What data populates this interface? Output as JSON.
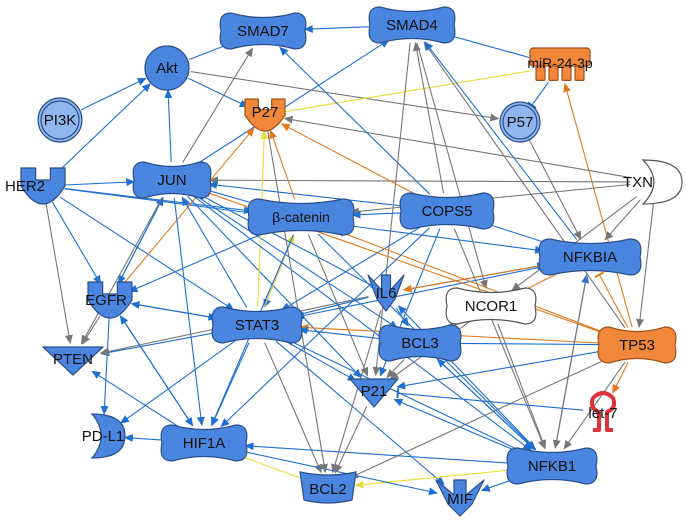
{
  "colors": {
    "blue_node": "#4a86e0",
    "light_blue_node": "#8fb6ee",
    "orange_node": "#f0873a",
    "white_node": "#ffffff",
    "red_node": "#e0303a",
    "edge_blue": "#1f6fd1",
    "edge_gray": "#777777",
    "edge_orange": "#e07a1f",
    "edge_yellow": "#e6dc3a"
  },
  "nodes": [
    {
      "id": "SMAD7",
      "label": "SMAD7",
      "shape": "dumbbell",
      "color": "blue"
    },
    {
      "id": "SMAD4",
      "label": "SMAD4",
      "shape": "dumbbell",
      "color": "blue"
    },
    {
      "id": "MIR243P",
      "label": "miR-24-3p",
      "shape": "mirna",
      "color": "orange"
    },
    {
      "id": "AKT",
      "label": "Akt",
      "shape": "circle",
      "color": "blue"
    },
    {
      "id": "P27",
      "label": "P27",
      "shape": "receptor",
      "color": "orange"
    },
    {
      "id": "PI3K",
      "label": "PI3K",
      "shape": "circle",
      "color": "light_blue"
    },
    {
      "id": "P57",
      "label": "P57",
      "shape": "circle",
      "color": "light_blue"
    },
    {
      "id": "TXN",
      "label": "TXN",
      "shape": "moon",
      "color": "white"
    },
    {
      "id": "JUN",
      "label": "JUN",
      "shape": "dumbbell",
      "color": "blue"
    },
    {
      "id": "HER2",
      "label": "HER2",
      "shape": "receptor",
      "color": "blue"
    },
    {
      "id": "BCATENIN",
      "label": "β-catenin",
      "shape": "dumbbell",
      "color": "blue"
    },
    {
      "id": "COPS5",
      "label": "COPS5",
      "shape": "dumbbell",
      "color": "blue"
    },
    {
      "id": "NFKBIA",
      "label": "NFKBIA",
      "shape": "dumbbell",
      "color": "blue"
    },
    {
      "id": "EGFR",
      "label": "EGFR",
      "shape": "receptor",
      "color": "blue"
    },
    {
      "id": "IL6",
      "label": "IL6",
      "shape": "cytokine",
      "color": "blue"
    },
    {
      "id": "NCOR1",
      "label": "NCOR1",
      "shape": "dumbbell",
      "color": "white"
    },
    {
      "id": "STAT3",
      "label": "STAT3",
      "shape": "dumbbell",
      "color": "blue"
    },
    {
      "id": "BCL3",
      "label": "BCL3",
      "shape": "dumbbell",
      "color": "blue"
    },
    {
      "id": "TP53",
      "label": "TP53",
      "shape": "dumbbell",
      "color": "orange"
    },
    {
      "id": "PTEN",
      "label": "PTEN",
      "shape": "triangle",
      "color": "blue"
    },
    {
      "id": "P21",
      "label": "P21",
      "shape": "triangle",
      "color": "blue"
    },
    {
      "id": "LET7",
      "label": "let-7",
      "shape": "hairpin",
      "color": "red"
    },
    {
      "id": "PDL1",
      "label": "PD-L1",
      "shape": "moon",
      "color": "blue"
    },
    {
      "id": "HIF1A",
      "label": "HIF1A",
      "shape": "dumbbell",
      "color": "blue"
    },
    {
      "id": "NFKB1",
      "label": "NFKB1",
      "shape": "dumbbell",
      "color": "blue"
    },
    {
      "id": "BCL2",
      "label": "BCL2",
      "shape": "bowl",
      "color": "blue"
    },
    {
      "id": "MIF",
      "label": "MIF",
      "shape": "cytokine",
      "color": "blue"
    }
  ],
  "edges": [
    {
      "from": "AKT",
      "to": "SMAD7",
      "style": "blue"
    },
    {
      "from": "PI3K",
      "to": "AKT",
      "style": "blue"
    },
    {
      "from": "HER2",
      "to": "AKT",
      "style": "blue"
    },
    {
      "from": "JUN",
      "to": "SMAD7",
      "style": "gray"
    },
    {
      "from": "JUN",
      "to": "AKT",
      "style": "blue"
    },
    {
      "from": "JUN",
      "to": "SMAD4",
      "style": "blue"
    },
    {
      "from": "AKT",
      "to": "P27",
      "style": "blue"
    },
    {
      "from": "AKT",
      "to": "P57",
      "style": "gray"
    },
    {
      "from": "MIR243P",
      "to": "SMAD4",
      "style": "blue_inhibit"
    },
    {
      "from": "MIR243P",
      "to": "P27",
      "style": "yellow_inhibit"
    },
    {
      "from": "MIR243P",
      "to": "P57",
      "style": "blue_inhibit"
    },
    {
      "from": "TP53",
      "to": "MIR243P",
      "style": "orange"
    },
    {
      "from": "TXN",
      "to": "JUN",
      "style": "gray"
    },
    {
      "from": "TXN",
      "to": "P27",
      "style": "gray"
    },
    {
      "from": "TXN",
      "to": "BCATENIN",
      "style": "gray"
    },
    {
      "from": "TXN",
      "to": "NFKBIA",
      "style": "gray"
    },
    {
      "from": "TXN",
      "to": "TP53",
      "style": "gray"
    },
    {
      "from": "TXN",
      "to": "NCOR1",
      "style": "gray"
    },
    {
      "from": "COPS5",
      "to": "SMAD7",
      "style": "blue"
    },
    {
      "from": "COPS5",
      "to": "SMAD4",
      "style": "gray"
    },
    {
      "from": "COPS5",
      "to": "P27",
      "style": "orange"
    },
    {
      "from": "COPS5",
      "to": "JUN",
      "style": "blue"
    },
    {
      "from": "COPS5",
      "to": "BCATENIN",
      "style": "blue"
    },
    {
      "from": "COPS5",
      "to": "NFKBIA",
      "style": "blue"
    },
    {
      "from": "COPS5",
      "to": "STAT3",
      "style": "blue"
    },
    {
      "from": "COPS5",
      "to": "NFKB1",
      "style": "gray"
    },
    {
      "from": "COPS5",
      "to": "P21",
      "style": "blue"
    },
    {
      "from": "HER2",
      "to": "JUN",
      "style": "blue"
    },
    {
      "from": "HER2",
      "to": "BCATENIN",
      "style": "blue"
    },
    {
      "from": "HER2",
      "to": "EGFR",
      "style": "blue"
    },
    {
      "from": "HER2",
      "to": "STAT3",
      "style": "blue"
    },
    {
      "from": "HER2",
      "to": "PTEN",
      "style": "gray"
    },
    {
      "from": "HER2",
      "to": "NFKBIA",
      "style": "blue"
    },
    {
      "from": "EGFR",
      "to": "JUN",
      "style": "blue"
    },
    {
      "from": "EGFR",
      "to": "PTEN",
      "style": "gray"
    },
    {
      "from": "EGFR",
      "to": "STAT3",
      "style": "blue"
    },
    {
      "from": "EGFR",
      "to": "HIF1A",
      "style": "blue"
    },
    {
      "from": "EGFR",
      "to": "P27",
      "style": "orange"
    },
    {
      "from": "EGFR",
      "to": "PDL1",
      "style": "blue"
    },
    {
      "from": "JUN",
      "to": "BCATENIN",
      "style": "blue"
    },
    {
      "from": "JUN",
      "to": "P21",
      "style": "blue"
    },
    {
      "from": "JUN",
      "to": "BCL3",
      "style": "blue"
    },
    {
      "from": "JUN",
      "to": "HIF1A",
      "style": "blue"
    },
    {
      "from": "JUN",
      "to": "EGFR",
      "style": "blue"
    },
    {
      "from": "BCATENIN",
      "to": "P27",
      "style": "orange"
    },
    {
      "from": "BCATENIN",
      "to": "EGFR",
      "style": "blue"
    },
    {
      "from": "BCATENIN",
      "to": "STAT3",
      "style": "blue"
    },
    {
      "from": "BCATENIN",
      "to": "P21",
      "style": "gray"
    },
    {
      "from": "BCATENIN",
      "to": "NFKB1",
      "style": "blue"
    },
    {
      "from": "STAT3",
      "to": "P27",
      "style": "yellow"
    },
    {
      "from": "STAT3",
      "to": "BCATENIN",
      "style": "yellow"
    },
    {
      "from": "STAT3",
      "to": "PTEN",
      "style": "blue"
    },
    {
      "from": "STAT3",
      "to": "HIF1A",
      "style": "blue"
    },
    {
      "from": "STAT3",
      "to": "P21",
      "style": "blue"
    },
    {
      "from": "STAT3",
      "to": "BCL2",
      "style": "gray"
    },
    {
      "from": "STAT3",
      "to": "PDL1",
      "style": "blue"
    },
    {
      "from": "STAT3",
      "to": "MIF",
      "style": "blue"
    },
    {
      "from": "STAT3",
      "to": "JUN",
      "style": "blue"
    },
    {
      "from": "STAT3",
      "to": "EGFR",
      "style": "blue"
    },
    {
      "from": "IL6",
      "to": "STAT3",
      "style": "blue"
    },
    {
      "from": "IL6",
      "to": "BCL3",
      "style": "blue"
    },
    {
      "from": "IL6",
      "to": "JUN",
      "style": "blue"
    },
    {
      "from": "IL6",
      "to": "PTEN",
      "style": "gray"
    },
    {
      "from": "IL6",
      "to": "NFKBIA",
      "style": "blue"
    },
    {
      "from": "IL6",
      "to": "BCL2",
      "style": "gray"
    },
    {
      "from": "NFKBIA",
      "to": "IL6",
      "style": "orange"
    },
    {
      "from": "NFKBIA",
      "to": "BCL3",
      "style": "orange"
    },
    {
      "from": "NFKBIA",
      "to": "STAT3",
      "style": "blue"
    },
    {
      "from": "NCOR1",
      "to": "BCL3",
      "style": "gray"
    },
    {
      "from": "NCOR1",
      "to": "P21",
      "style": "gray"
    },
    {
      "from": "NCOR1",
      "to": "NFKB1",
      "style": "gray"
    },
    {
      "from": "TP53",
      "to": "NFKBIA",
      "style": "orange_inhibit"
    },
    {
      "from": "TP53",
      "to": "BCL3",
      "style": "blue_inhibit"
    },
    {
      "from": "TP53",
      "to": "STAT3",
      "style": "orange"
    },
    {
      "from": "TP53",
      "to": "P21",
      "style": "blue"
    },
    {
      "from": "TP53",
      "to": "LET7",
      "style": "orange"
    },
    {
      "from": "TP53",
      "to": "NFKB1",
      "style": "gray"
    },
    {
      "from": "TP53",
      "to": "JUN",
      "style": "orange"
    },
    {
      "from": "TP53",
      "to": "BCL2",
      "style": "gray"
    },
    {
      "from": "TP53",
      "to": "SMAD4",
      "style": "gray"
    },
    {
      "from": "LET7",
      "to": "P21",
      "style": "blue_inhibit"
    },
    {
      "from": "BCL3",
      "to": "P21",
      "style": "gray"
    },
    {
      "from": "BCL3",
      "to": "NFKB1",
      "style": "blue"
    },
    {
      "from": "BCL3",
      "to": "STAT3",
      "style": "blue"
    },
    {
      "from": "NFKB1",
      "to": "P21",
      "style": "blue"
    },
    {
      "from": "NFKB1",
      "to": "BCL2",
      "style": "yellow"
    },
    {
      "from": "NFKB1",
      "to": "MIF",
      "style": "blue"
    },
    {
      "from": "NFKB1",
      "to": "NFKBIA",
      "style": "blue"
    },
    {
      "from": "NFKB1",
      "to": "BCL3",
      "style": "blue"
    },
    {
      "from": "NFKB1",
      "to": "STAT3",
      "style": "blue"
    },
    {
      "from": "NFKB1",
      "to": "IL6",
      "style": "blue"
    },
    {
      "from": "NFKB1",
      "to": "HIF1A",
      "style": "blue"
    },
    {
      "from": "HIF1A",
      "to": "BCL2",
      "style": "yellow_inhibit"
    },
    {
      "from": "HIF1A",
      "to": "PDL1",
      "style": "blue"
    },
    {
      "from": "HIF1A",
      "to": "MIF",
      "style": "blue"
    },
    {
      "from": "HIF1A",
      "to": "EGFR",
      "style": "blue"
    },
    {
      "from": "HIF1A",
      "to": "PTEN",
      "style": "blue"
    },
    {
      "from": "P21",
      "to": "BCL2",
      "style": "gray"
    },
    {
      "from": "JUN",
      "to": "NFKB1",
      "style": "blue"
    },
    {
      "from": "SMAD4",
      "to": "SMAD7",
      "style": "blue"
    },
    {
      "from": "SMAD4",
      "to": "P21",
      "style": "gray"
    },
    {
      "from": "SMAD4",
      "to": "NCOR1",
      "style": "gray"
    },
    {
      "from": "P57",
      "to": "NFKBIA",
      "style": "gray"
    },
    {
      "from": "NFKBIA",
      "to": "SMAD4",
      "style": "blue"
    },
    {
      "from": "P27",
      "to": "BCL2",
      "style": "gray"
    },
    {
      "from": "BCATENIN",
      "to": "HIF1A",
      "style": "blue"
    },
    {
      "from": "JUN",
      "to": "PTEN",
      "style": "gray"
    },
    {
      "from": "NFKBIA",
      "to": "NFKB1",
      "style": "gray"
    },
    {
      "from": "TP53",
      "to": "BCATENIN",
      "style": "orange"
    },
    {
      "from": "COPS5",
      "to": "HIF1A",
      "style": "blue"
    }
  ]
}
